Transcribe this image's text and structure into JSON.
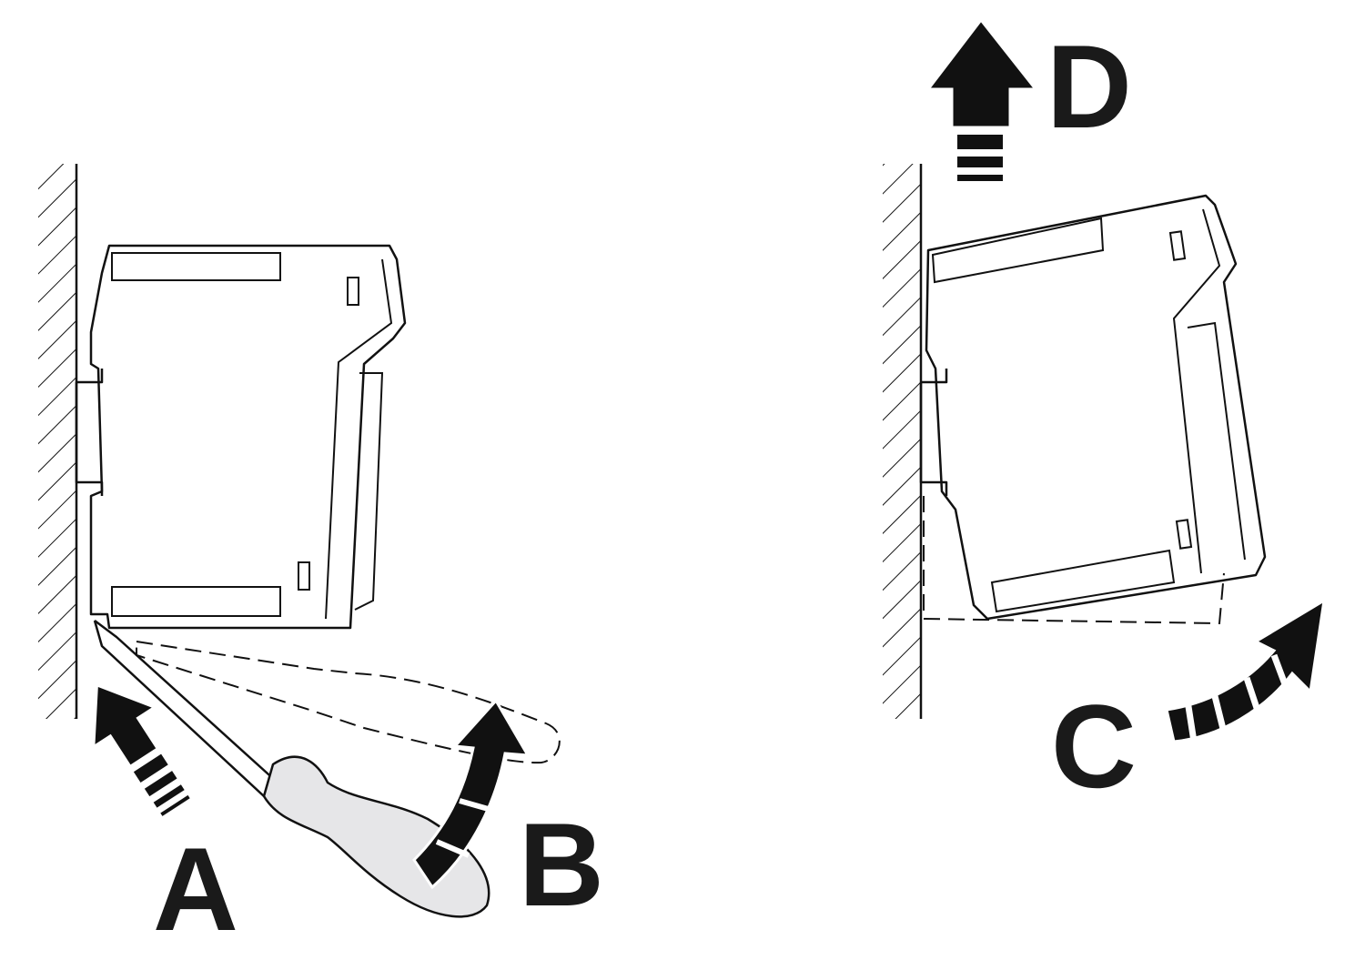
{
  "labels": {
    "a": "A",
    "b": "B",
    "c": "C",
    "d": "D"
  },
  "colors": {
    "ink": "#111111",
    "handle": "#e6e6e8",
    "background": "#ffffff"
  }
}
